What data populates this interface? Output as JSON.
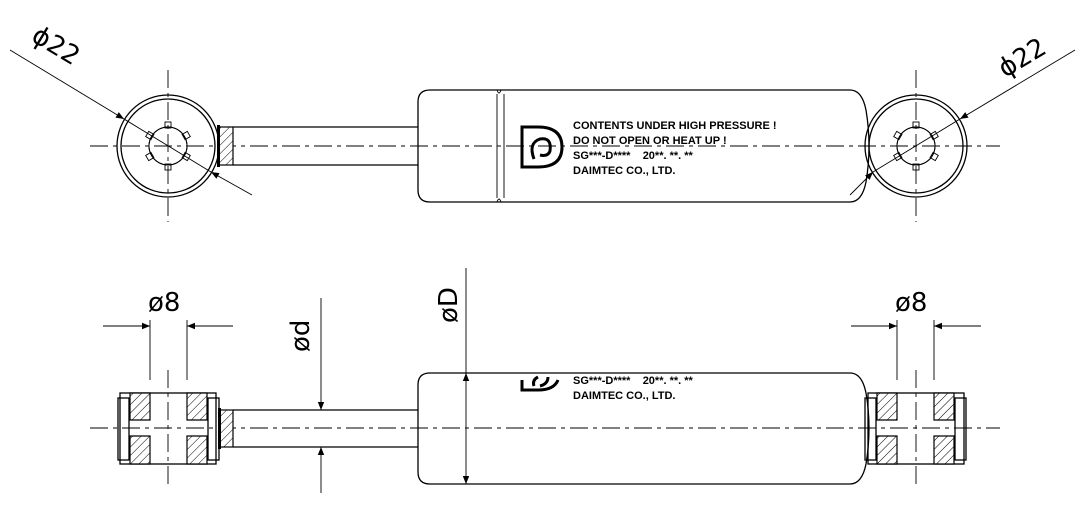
{
  "top_view": {
    "dim_left": "ϕ22",
    "dim_right": "ϕ22",
    "label_lines": [
      "CONTENTS UNDER HIGH PRESSURE !",
      "DO NOT OPEN OR HEAT UP !",
      "SG***-D****    20**. **. **",
      "DAIMTEC CO., LTD."
    ]
  },
  "bottom_view": {
    "dim_eye_left": "ø8",
    "dim_eye_right": "ø8",
    "dim_rod": "ød",
    "dim_body": "øD",
    "label_lines": [
      "SG***-D****    20**. **. **",
      "DAIMTEC CO., LTD."
    ]
  },
  "logo": {
    "text": "D"
  }
}
